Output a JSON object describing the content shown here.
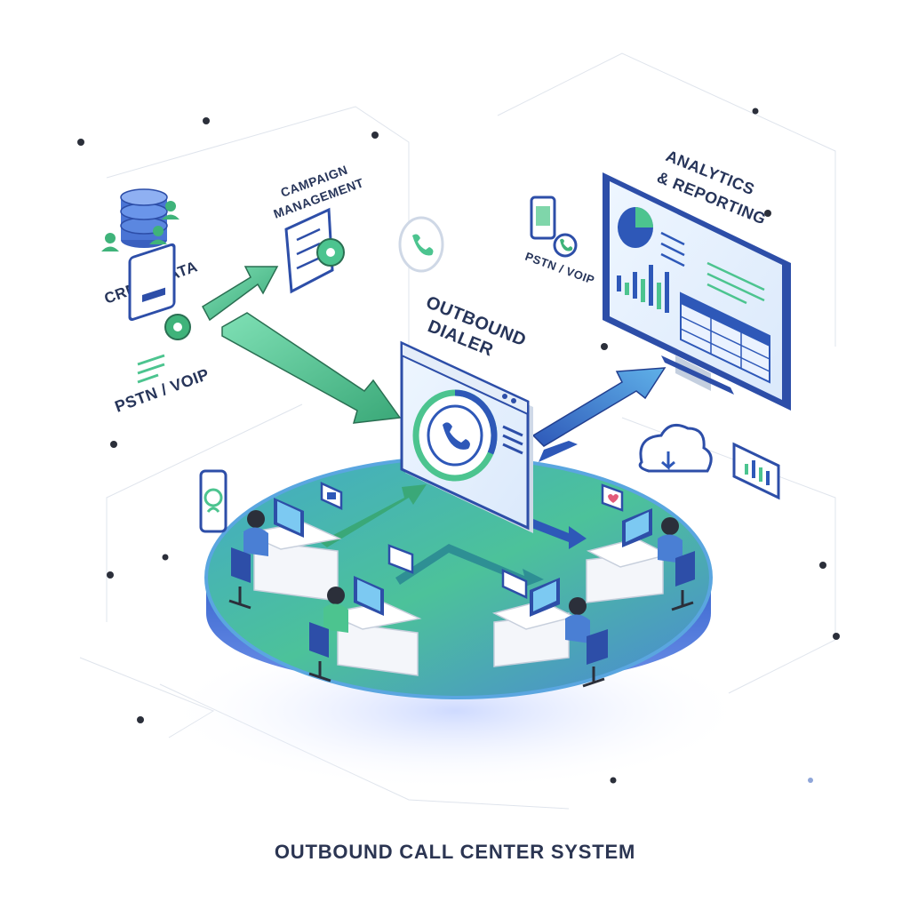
{
  "labels": {
    "crm": "CRM & DATA",
    "pstn_left": "PSTN / VOIP",
    "campaign_line1": "CAMPAIGN",
    "campaign_line2": "MANAGEMENT",
    "dialer_line1": "OUTBOUND",
    "dialer_line2": "DIALER",
    "pstn_right": "PSTN / VOIP",
    "analytics_line1": "ANALYTICS",
    "analytics_line2": "& REPORTING"
  },
  "footer_title": "OUTBOUND CALL CENTER SYSTEM",
  "colors": {
    "primary_blue": "#2f5fc4",
    "accent_green": "#4cc48f",
    "teal": "#3fb6a8",
    "text_dark": "#27355a",
    "platform_top": "#49b79a",
    "platform_edge": "#3a63c9"
  },
  "icons": [
    "database-icon",
    "user-icon",
    "clipboard-icon",
    "gear-icon",
    "phone-icon",
    "monitor-icon",
    "pie-chart-icon",
    "bar-chart-icon",
    "cloud-download-icon",
    "tablet-icon",
    "smartphone-icon",
    "chat-bubble-icon",
    "heart-icon",
    "agent-icon"
  ]
}
